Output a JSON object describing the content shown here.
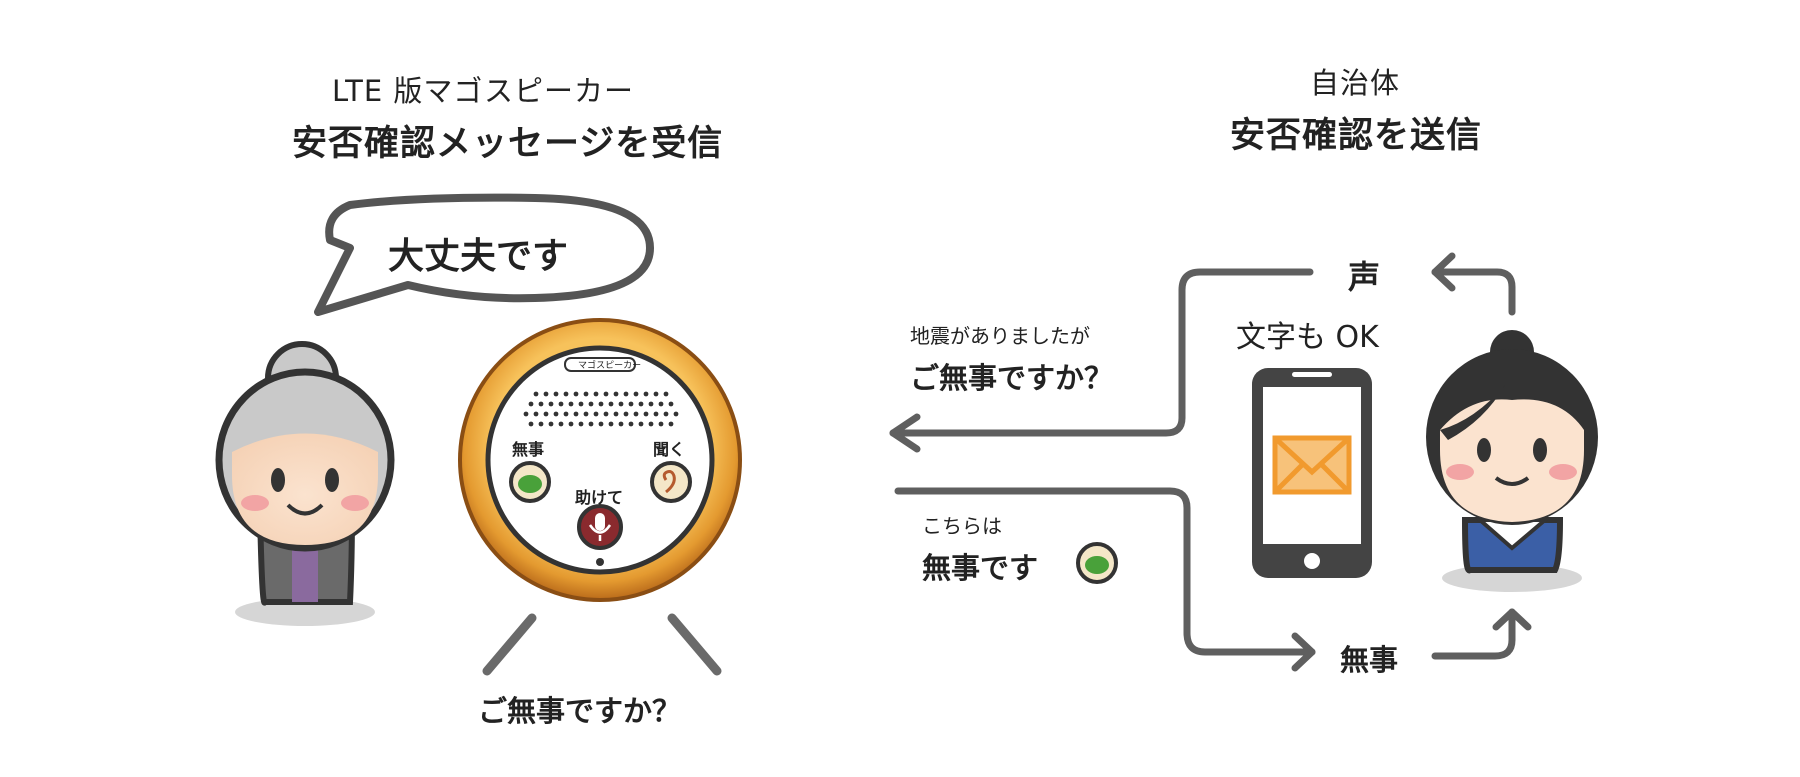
{
  "left": {
    "title_line1": "LTE 版マゴスピーカー",
    "title_line2": "安否確認メッセージを受信",
    "speech_bubble": "大丈夫です",
    "speaker": {
      "brand": "マゴスピーカー",
      "button_safe": "無事",
      "button_listen": "聞く",
      "button_help": "助けて"
    },
    "announcement": "ご無事ですか？"
  },
  "right": {
    "title_line1": "自治体",
    "title_line2": "安否確認を送信",
    "outgoing_small": "地震がありましたが",
    "outgoing_main": "ご無事ですか？",
    "reply_small": "こちらは",
    "reply_main": "無事です",
    "voice_label": "声",
    "text_ok_label": "文字も OK",
    "result_label": "無事"
  },
  "colors": {
    "ring_orange": "#e39a2e",
    "grey_line": "#5f5f5f",
    "safe_green": "#49a13a",
    "help_red": "#8a2a2e",
    "mail_orange": "#f19a2e",
    "kimono_blue": "#3b5fa6"
  }
}
